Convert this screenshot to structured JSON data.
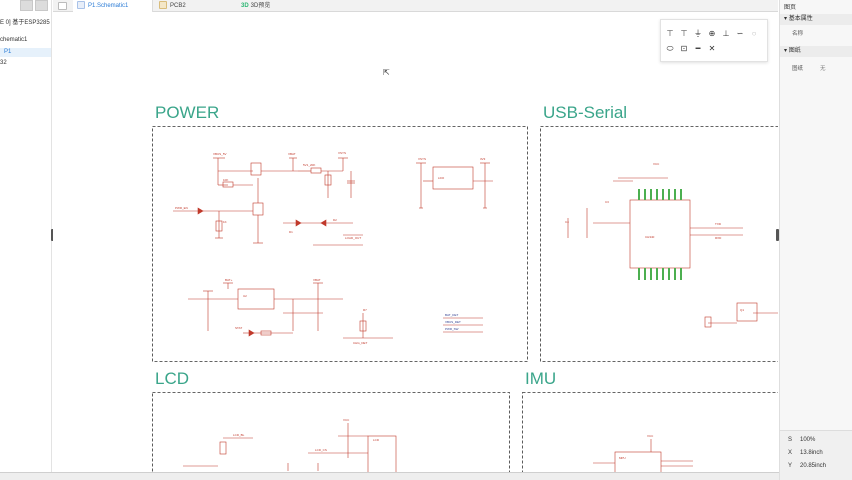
{
  "left_panel": {
    "items": [
      {
        "label": "E 0] 基于ESP3285"
      },
      {
        "label": "chematic1"
      },
      {
        "label": "P1"
      },
      {
        "label": "32"
      }
    ]
  },
  "tabs": [
    {
      "label": "P1.Schematic1",
      "active": true,
      "icon": "schematic-icon"
    },
    {
      "label": "PCB2",
      "active": false,
      "icon": "pcb-icon"
    },
    {
      "label": "3D预览",
      "active": false,
      "icon": "3d-icon",
      "badge": "3D"
    }
  ],
  "canvas": {
    "blocks": [
      {
        "title": "POWER"
      },
      {
        "title": "USB-Serial"
      },
      {
        "title": "LCD"
      },
      {
        "title": "IMU"
      }
    ]
  },
  "toolbar": {
    "row1": [
      "T-icon",
      "T-icon",
      "ground-icon",
      "circle-plus-icon",
      "line-icon",
      "squiggle-icon",
      "ellipse-icon"
    ],
    "row2": [
      "oval-icon",
      "box-icon",
      "dot-line-icon",
      "close-icon"
    ]
  },
  "right_panel": {
    "title": "图页",
    "sections": [
      {
        "header": "基本属性",
        "rows": [
          {
            "label": "名称",
            "value": ""
          }
        ]
      },
      {
        "header": "图纸",
        "rows": [
          {
            "label": "图纸",
            "value": "无"
          }
        ]
      }
    ],
    "status": {
      "S": "100%",
      "X": "13.8inch",
      "Y": "20.85inch"
    }
  }
}
